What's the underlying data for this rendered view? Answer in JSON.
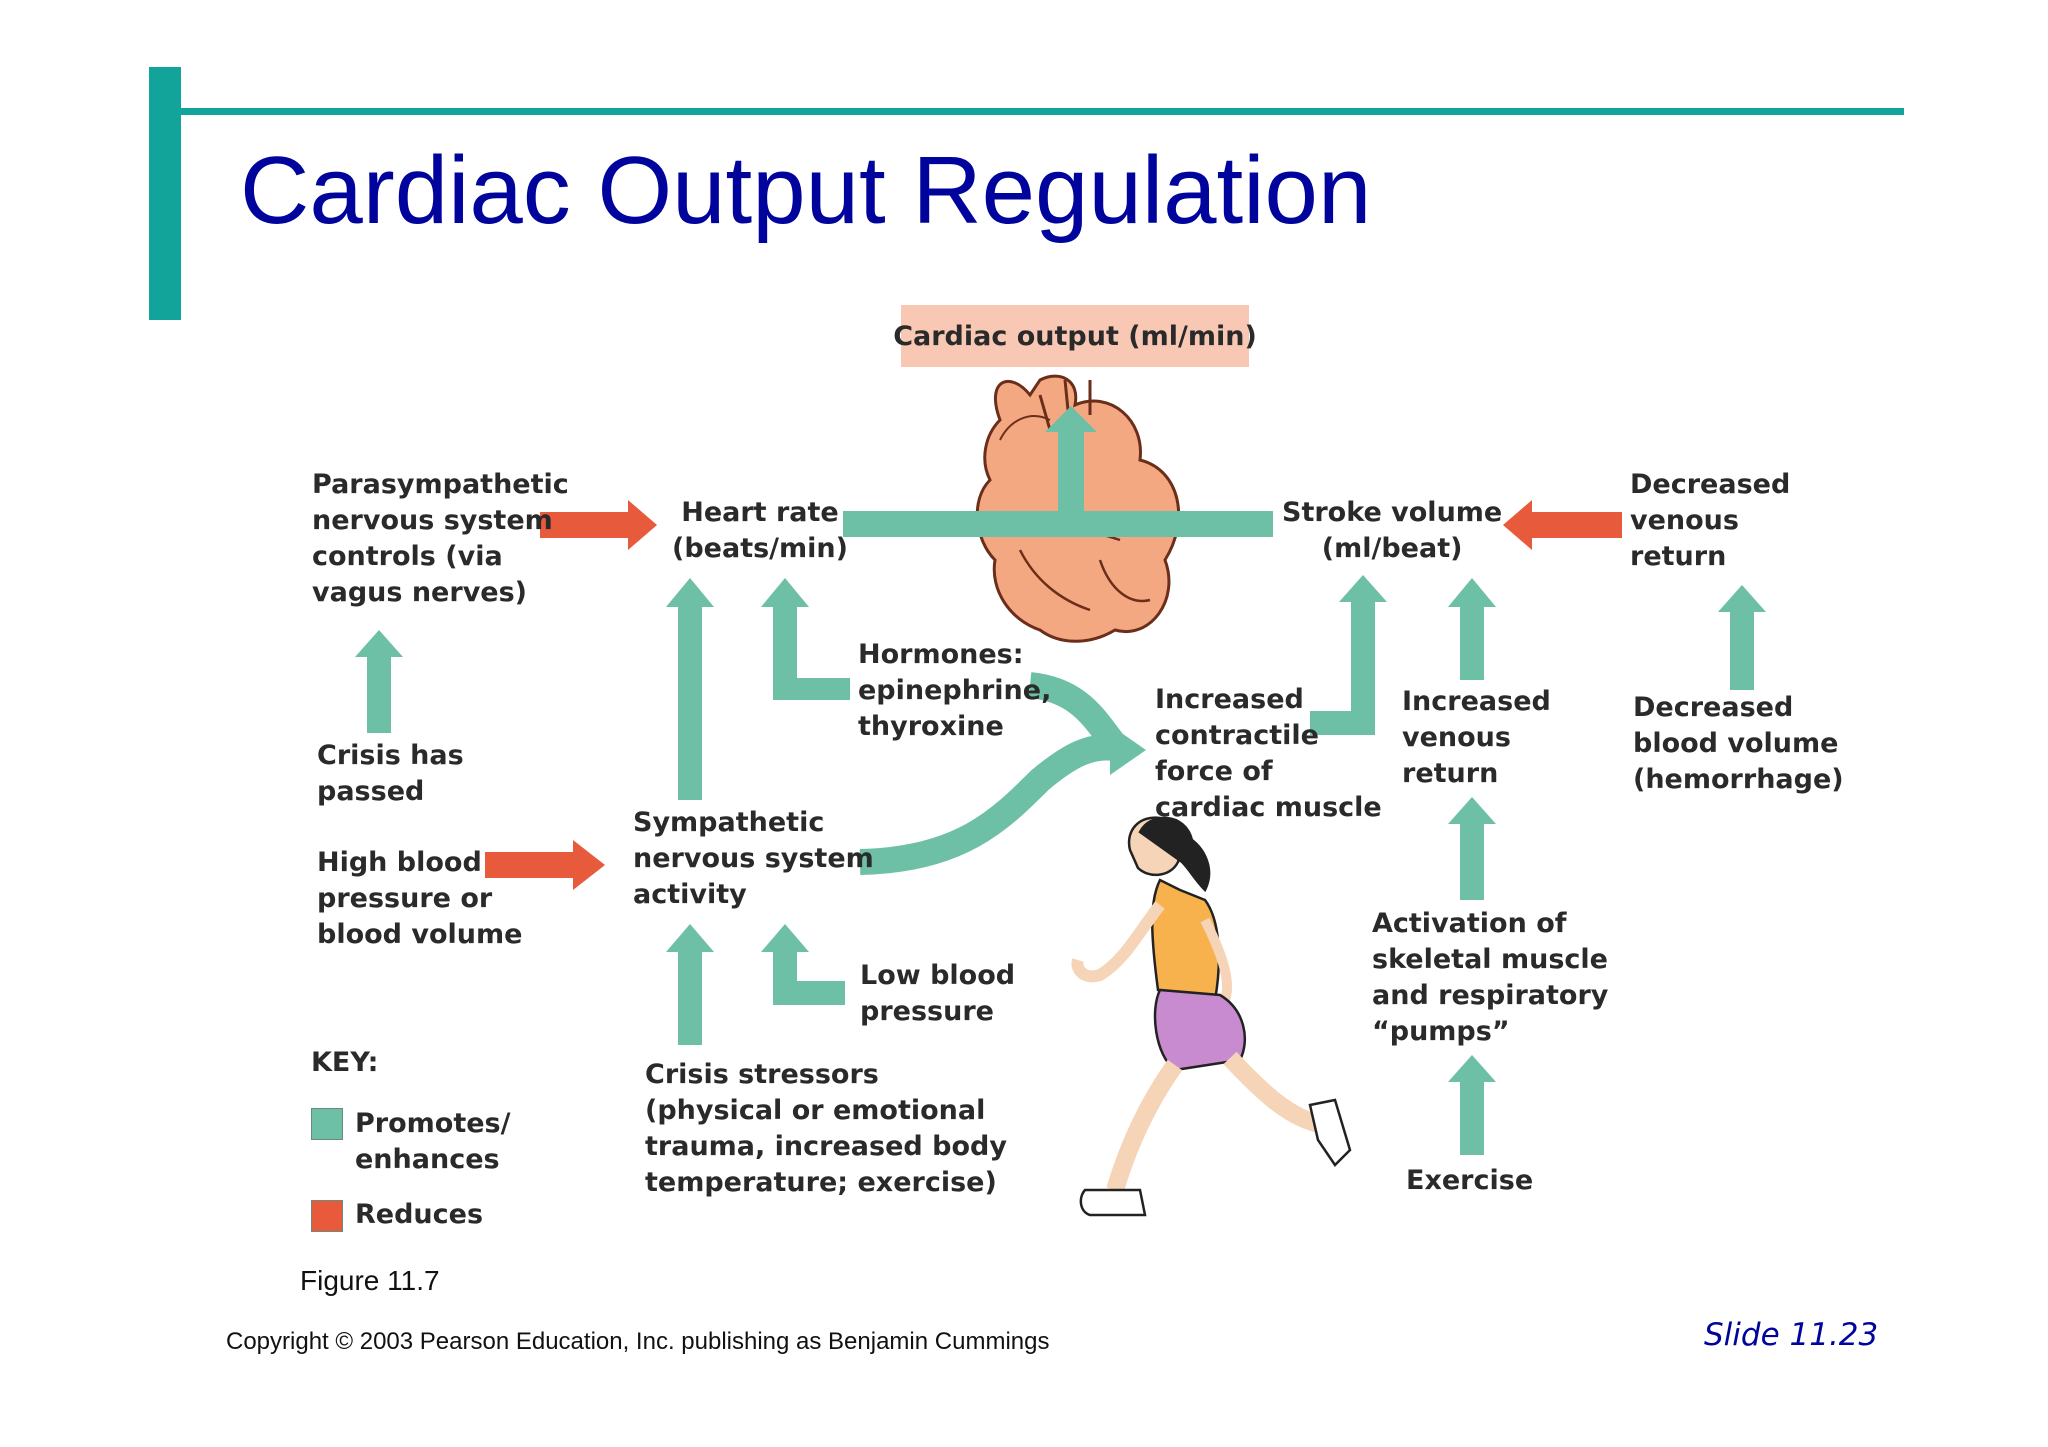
{
  "title": "Cardiac Output Regulation",
  "nodes": {
    "cardiac_output": "Cardiac output (ml/min)",
    "heart_rate": "Heart rate\n(beats/min)",
    "stroke_volume": "Stroke volume\n(ml/beat)",
    "parasympathetic": "Parasympathetic\nnervous system\ncontrols (via\nvagus nerves)",
    "decreased_venous_return": "Decreased\nvenous\nreturn",
    "crisis_passed": "Crisis has\npassed",
    "hormones": "Hormones:\nepinephrine,\nthyroxine",
    "increased_contractile": "Increased\ncontractile\nforce of\ncardiac muscle",
    "increased_venous_return": "Increased\nvenous\nreturn",
    "decreased_blood_volume": "Decreased\nblood volume\n(hemorrhage)",
    "sympathetic": "Sympathetic\nnervous system\nactivity",
    "high_bp": "High blood\npressure or\nblood volume",
    "low_bp": "Low blood\npressure",
    "activation_pumps": "Activation of\nskeletal muscle\nand respiratory\n“pumps”",
    "crisis_stressors": "Crisis stressors\n(physical or emotional\ntrauma, increased body\ntemperature; exercise)",
    "exercise": "Exercise"
  },
  "key": {
    "heading": "KEY:",
    "promotes": "Promotes/\nenhances",
    "reduces": "Reduces"
  },
  "colors": {
    "promotes": "#6dbfa5",
    "reduces": "#e85a3c",
    "title": "#00049c",
    "accent_bar": "#12a39b"
  },
  "figure_label": "Figure 11.7",
  "copyright": "Copyright © 2003 Pearson Education, Inc. publishing as Benjamin Cummings",
  "slide_label": "Slide 11.23"
}
